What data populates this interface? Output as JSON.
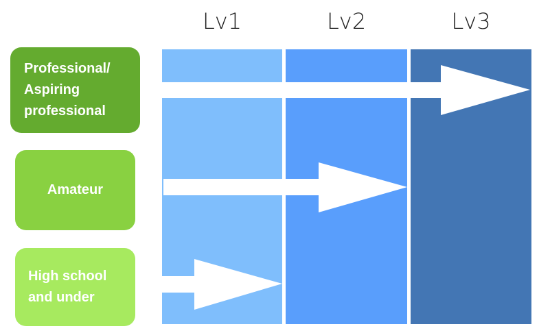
{
  "levels": [
    {
      "label": "Lv1",
      "color": "#7fbefc"
    },
    {
      "label": "Lv2",
      "color": "#599efc"
    },
    {
      "label": "Lv3",
      "color": "#4376b4"
    }
  ],
  "categories": [
    {
      "label": "Professional/\nAspiring\nprofessional",
      "color": "#64ab2f",
      "reaches_level": "Lv3"
    },
    {
      "label": "Amateur",
      "color": "#89d141",
      "reaches_level": "Lv2"
    },
    {
      "label": "High school\nand under",
      "color": "#a7ea5f",
      "reaches_level": "Lv1"
    }
  ],
  "arrow_color": "#ffffff"
}
